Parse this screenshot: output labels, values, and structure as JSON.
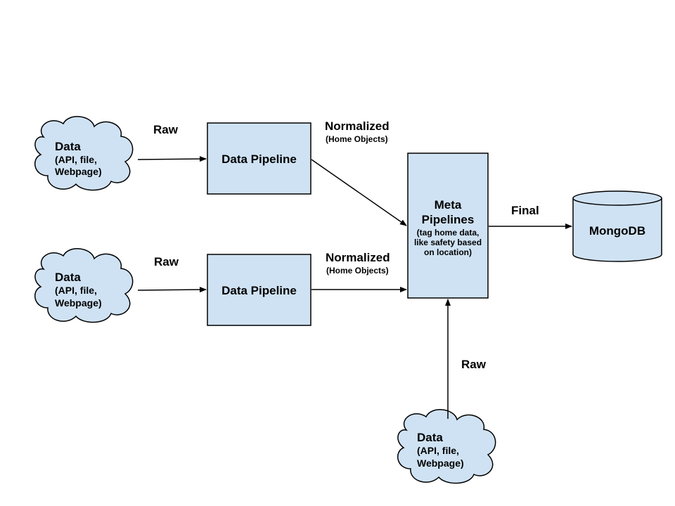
{
  "colors": {
    "node_fill": "#cfe2f3",
    "stroke": "#000000",
    "background": "#ffffff"
  },
  "sources": [
    {
      "title": "Data",
      "line1": "(API, file,",
      "line2": "Webpage)",
      "edge_label": "Raw"
    },
    {
      "title": "Data",
      "line1": "(API, file,",
      "line2": "Webpage)",
      "edge_label": "Raw"
    },
    {
      "title": "Data",
      "line1": "(API, file,",
      "line2": "Webpage)",
      "edge_label": "Raw"
    }
  ],
  "pipelines": [
    {
      "label": "Data Pipeline",
      "out_label": "Normalized",
      "out_sub": "(Home Objects)"
    },
    {
      "label": "Data Pipeline",
      "out_label": "Normalized",
      "out_sub": "(Home Objects)"
    }
  ],
  "meta": {
    "line1": "Meta",
    "line2": "Pipelines",
    "sub1": "(tag home data,",
    "sub2": "like safety based",
    "sub3": "on location)"
  },
  "final_label": "Final",
  "database": {
    "label": "MongoDB",
    "icon": "database-cylinder-icon"
  }
}
